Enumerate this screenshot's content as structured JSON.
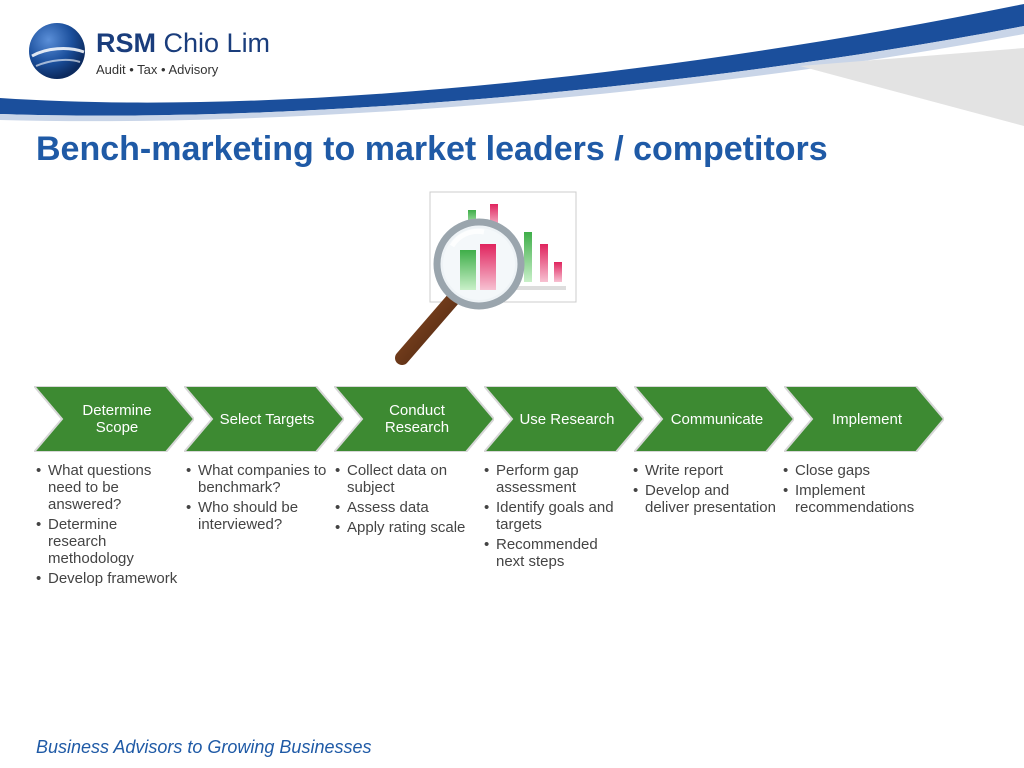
{
  "header": {
    "brand_bold": "RSM",
    "brand_rest": "Chio Lim",
    "tagline": "Audit • Tax • Advisory"
  },
  "slide": {
    "title": "Bench-marketing to market leaders / competitors",
    "footer": "Business Advisors to Growing Businesses"
  },
  "colors": {
    "title_blue": "#1f5aa6",
    "swoosh_blue": "#1b4f9c",
    "step_green": "#3d8a32"
  },
  "icon": "magnifying-glass-over-bar-chart",
  "steps": [
    {
      "label": "Determine Scope",
      "bullets": [
        "What questions need to be answered?",
        "Determine research methodology",
        "Develop framework"
      ]
    },
    {
      "label": "Select Targets",
      "bullets": [
        "What companies to benchmark?",
        "Who should be interviewed?"
      ]
    },
    {
      "label": "Conduct Research",
      "bullets": [
        "Collect data on subject",
        "Assess data",
        "Apply rating scale"
      ]
    },
    {
      "label": "Use Research",
      "bullets": [
        "Perform gap assessment",
        "Identify goals and targets",
        "Recommended next steps"
      ]
    },
    {
      "label": "Communicate",
      "bullets": [
        "Write report",
        "Develop and deliver presentation"
      ]
    },
    {
      "label": "Implement",
      "bullets": [
        "Close gaps",
        "Implement recommendations"
      ]
    }
  ]
}
